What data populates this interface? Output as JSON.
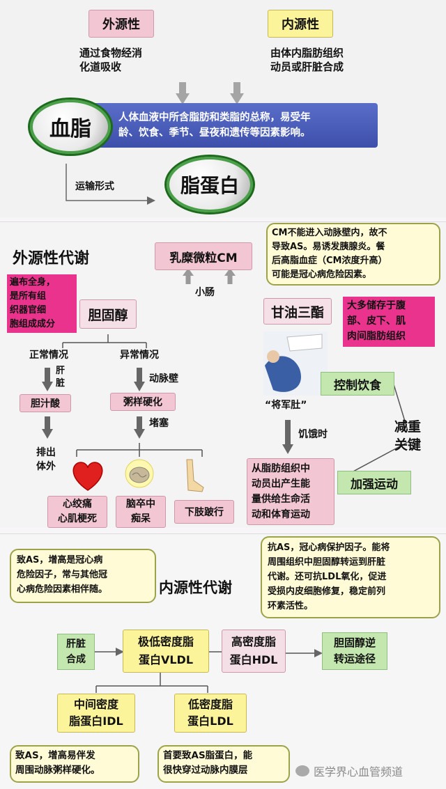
{
  "top": {
    "exogenous": "外源性",
    "endogenous": "内源性",
    "exo_desc": [
      "通过食物经消",
      "化道吸收"
    ],
    "endo_desc": [
      "由体内脂肪组织",
      "动员或肝脏合成"
    ],
    "blood_lipid": "血脂",
    "blood_lipid_desc": [
      "人体血液中所含脂肪和类脂的总称，易受年",
      "龄、饮食、季节、昼夜和遗传等因素影响。"
    ],
    "transport_label": "运输形式",
    "lipoprotein": "脂蛋白"
  },
  "middle": {
    "title": "外源性代谢",
    "chylomicron": "乳糜微粒CM",
    "small_intestine": "小肠",
    "cm_callout": [
      "CM不能进入动脉壁内，故不",
      "导致AS。易诱发胰腺炎。餐",
      "后高脂血症（CM浓度升高）",
      "可能是冠心病危险因素。"
    ],
    "cholesterol_note": [
      "遍布全身，",
      "是所有组",
      "织器官细",
      "胞组成成分"
    ],
    "cholesterol": "胆固醇",
    "triglyceride": "甘油三酯",
    "tg_note": [
      "大多储存于腹",
      "部、皮下、肌",
      "肉间脂肪组织"
    ],
    "normal": "正常情况",
    "abnormal": "异常情况",
    "liver": [
      "肝",
      "脏"
    ],
    "bile_acid": "胆汁酸",
    "excrete": [
      "排出",
      "体外"
    ],
    "artery_wall": "动脉壁",
    "atherosclerosis": "粥样硬化",
    "blockage": "堵塞",
    "outcomes": [
      [
        "心绞痛",
        "心肌梗死"
      ],
      [
        "脑卒中",
        "痴呆"
      ],
      [
        "下肢跛行"
      ]
    ],
    "general_belly": "“将军肚”",
    "hunger": "饥饿时",
    "diet": "控制饮食",
    "weight_key": [
      "减重",
      "关键"
    ],
    "exercise": "加强运动",
    "fat_mobilize": [
      "从脂肪组织中",
      "动员出产生能",
      "量供给生命活",
      "动和体育运动"
    ]
  },
  "bottom": {
    "title": "内源性代谢",
    "vldl_callout": [
      "致AS，增高是冠心病",
      "危险因子，常与其他冠",
      "心病危险因素相伴随。"
    ],
    "hdl_callout": [
      "抗AS，冠心病保护因子。能将",
      "周围组织中胆固醇转运到肝脏",
      "代谢。还可抗LDL氧化，促进",
      "受损内皮细胞修复，稳定前列",
      "环素活性。"
    ],
    "liver_synth": [
      "肝脏",
      "合成"
    ],
    "vldl": [
      "极低密度脂",
      "蛋白VLDL"
    ],
    "hdl": [
      "高密度脂",
      "蛋白HDL"
    ],
    "reverse_transport": [
      "胆固醇逆",
      "转运途径"
    ],
    "idl": [
      "中间密度",
      "脂蛋白IDL"
    ],
    "ldl": [
      "低密度脂",
      "蛋白LDL"
    ],
    "idl_note": [
      "致AS，增高易伴发",
      "周围动脉粥样硬化。"
    ],
    "ldl_note": [
      "首要致AS脂蛋白，能",
      "很快穿过动脉内膜层"
    ],
    "watermark": "医学界心血管频道"
  }
}
